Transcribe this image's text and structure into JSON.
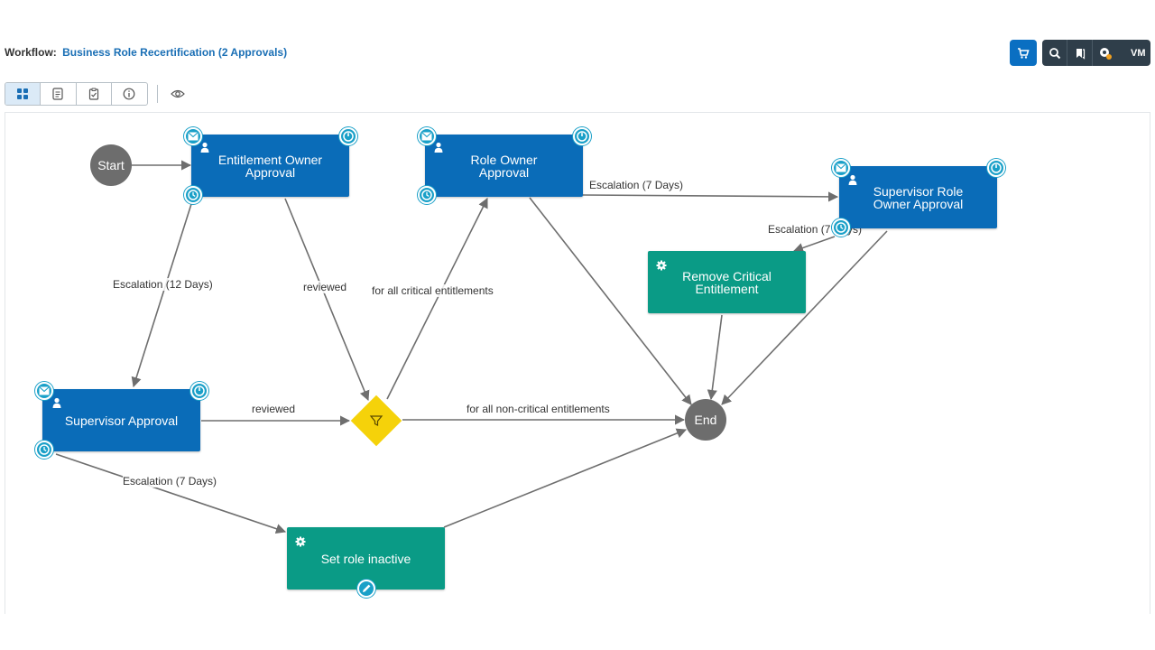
{
  "header": {
    "prefix": "Workflow:",
    "workflow_name": "Business Role Recertification (2 Approvals)"
  },
  "toolbar": {
    "user_initials": "VM"
  },
  "view_modes": [
    "diagram-icon",
    "document-list-icon",
    "clipboard-check-icon",
    "info-icon"
  ],
  "colors": {
    "approval": "#0a6cb8",
    "action": "#0a9b86",
    "gateway": "#f5d20a",
    "terminal": "#6d6d6d",
    "accent": "#0a6fc2"
  },
  "nodes": {
    "start": "Start",
    "end": "End",
    "entitlement_owner_approval": "Entitlement Owner Approval",
    "role_owner_approval": "Role Owner Approval",
    "supervisor_role_owner_approval": "Supervisor Role Owner Approval",
    "remove_critical_entitlement": "Remove Critical Entitlement",
    "supervisor_approval": "Supervisor Approval",
    "set_role_inactive": "Set role inactive"
  },
  "edges": {
    "escalation_12_days": "Escalation (12 Days)",
    "reviewed_1": "reviewed",
    "for_all_critical": "for all critical entitlements",
    "escalation_7_days_1": "Escalation (7 Days)",
    "escalation_7_days_2": "Escalation (7 Days)",
    "reviewed_2": "reviewed",
    "for_all_non_critical": "for all non-critical entitlements",
    "escalation_7_days_3": "Escalation (7 Days)"
  }
}
